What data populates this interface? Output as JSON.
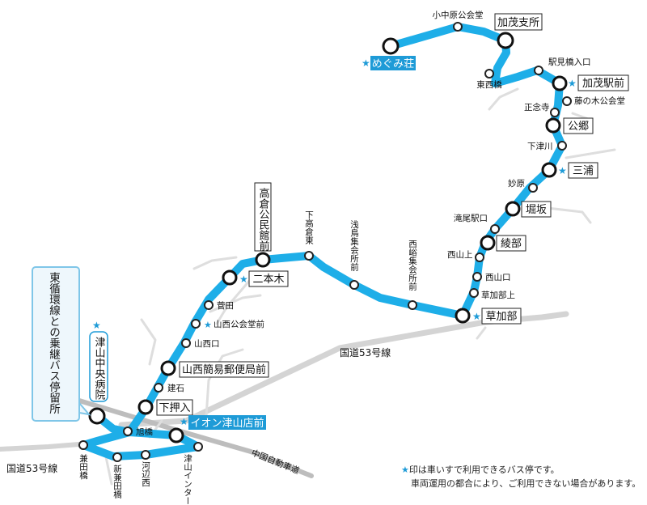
{
  "colors": {
    "route": "#1eaee8",
    "road": "#dcdcdc",
    "road_dark": "#c8c8c8",
    "label_fill": "#1e9bd7",
    "star": "#1e9bd7",
    "callout_border": "#7fc6e8",
    "callout_fill": "#eef7fc"
  },
  "stops": {
    "konakahara": "小中原公会堂",
    "kamo_shisho": "加茂支所",
    "megumiso": "めぐみ荘",
    "ekimibashi_iriguchi": "駅見橋入口",
    "higashinishibashi": "東西橋",
    "kamo_ekimae": "加茂駅前",
    "fujinoki": "藤の木公会堂",
    "shonenji": "正念寺",
    "kogo": "公郷",
    "shimotsugawa": "下津川",
    "miura": "三浦",
    "myobara": "妙原",
    "horisaka": "堀坂",
    "takieki_guchi": "滝尾駅口",
    "ayabe": "綾部",
    "nishiyamaue": "西山上",
    "nishiyamaguchi": "西山口",
    "kusakabe_ue": "草加部上",
    "kusakabe": "草加部",
    "seiyu": "西峪集会所前",
    "asatori": "浅鳥集会所前",
    "shimotakakura_higashi": "下高倉東",
    "takakura_kominkan": "高倉公民館前",
    "nihongi": "二本木",
    "sugata": "菅田",
    "sanzai_kokaido": "山西公会堂前",
    "sanzaiguchi": "山西口",
    "sanzai_yubinkyoku": "山西簡易郵便局前",
    "tateishi": "建石",
    "shimooshiri": "下押入",
    "asahibashi": "旭橋",
    "aeon": "イオン津山店前",
    "kanedabashi": "兼田橋",
    "shinkanedabashi": "新兼田橋",
    "kawabe_nishi": "河辺西",
    "tsuyama_ic": "津山インター",
    "tsuyama_chuo": "津山中央病院"
  },
  "roads": {
    "route53_right": "国道53号線",
    "route53_left": "国道53号線",
    "expressway": "中国自動車道"
  },
  "callout": {
    "text": "東循環線との乗継バス停留所"
  },
  "notes": {
    "star": "★",
    "line1": "印は車いすで利用できるバス停です。",
    "line2": "車両運用の都合により、ご利用できない場合があります。"
  }
}
